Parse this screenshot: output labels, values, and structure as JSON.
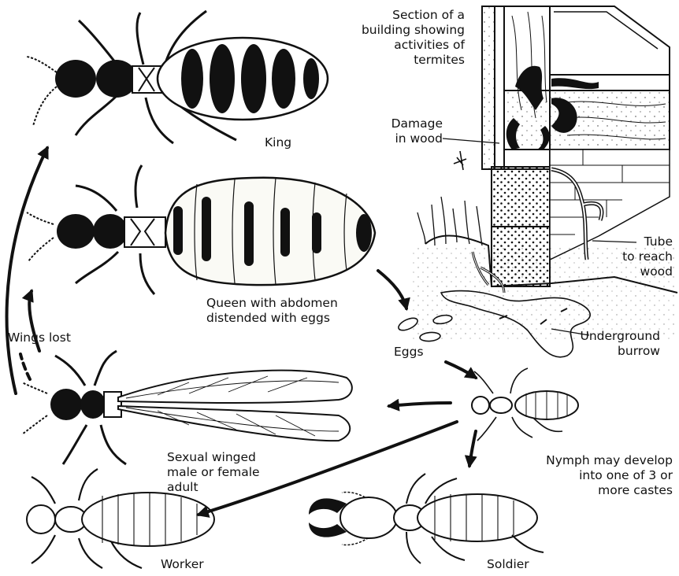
{
  "labels": {
    "section": [
      "Section of a",
      "building showing",
      "activities of",
      "termites"
    ],
    "damage": [
      "Damage",
      "in wood"
    ],
    "tube": [
      "Tube",
      "to reach",
      "wood"
    ],
    "underground": [
      "Underground",
      "burrow"
    ],
    "king": "King",
    "queen": [
      "Queen with abdomen",
      "distended with eggs"
    ],
    "wings_lost": "Wings lost",
    "eggs": "Eggs",
    "winged": [
      "Sexual winged",
      "male or female",
      "adult"
    ],
    "nymph": [
      "Nymph may develop",
      "into one of 3 or",
      "more castes"
    ],
    "worker": "Worker",
    "soldier": "Soldier"
  },
  "colors": {
    "ink": "#111111",
    "paper": "#ffffff",
    "fill": "#f7f7f2"
  }
}
